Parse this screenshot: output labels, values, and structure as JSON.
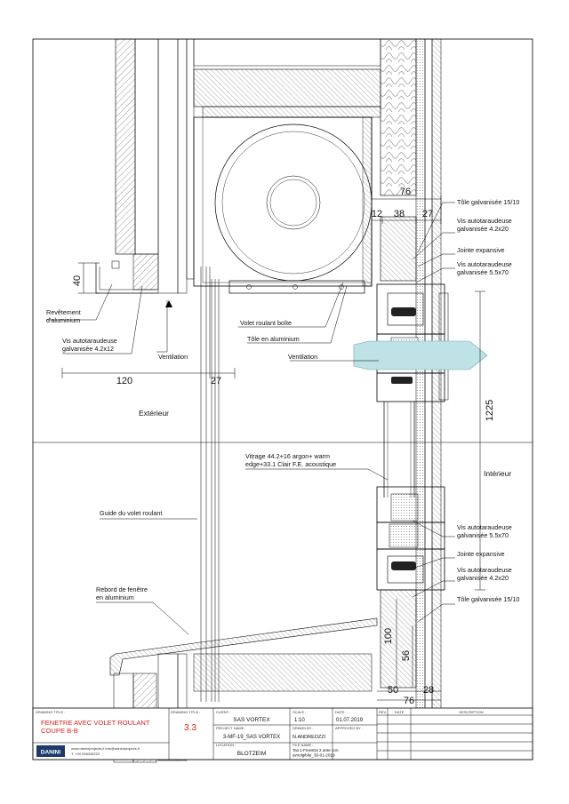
{
  "drawing": {
    "dimensions": {
      "d40": "40",
      "d120": "120",
      "d27a": "27",
      "d76a": "76",
      "d12": "12",
      "d38": "38",
      "d27b": "27",
      "d1225": "1225",
      "d100": "100",
      "d56": "56",
      "d50": "50",
      "d76b": "76",
      "d28": "28"
    },
    "labels": {
      "revetement": [
        "Revêtement",
        "d'aluminium"
      ],
      "vis_42x12": [
        "Vis autotaraudeuse",
        "galvanisée 4.2x12"
      ],
      "ventilation_left": "Ventilation",
      "exterieur": "Extérieur",
      "volet_boite": "Volet roulant boîte",
      "tole_alu": "Tôle en aluminium",
      "ventilation_right": "Ventilation",
      "tole_15_10_top": "Tôle galvanisée 15/10",
      "vis_42x20_top": [
        "Vis autotaraudeuse",
        "galvanisée 4.2x20"
      ],
      "jointe_top": "Jointe expansive",
      "vis_55x70_top": [
        "Vis autotaraudeuse",
        "galvanisée 5.5x70"
      ],
      "vitrage": [
        "Vitrage 44.2+16 argon+ warm",
        "edge+33.1 Clair F.E. acoustique"
      ],
      "interieur": "Intérieur",
      "guide": "Guide du volet roulant",
      "vis_55x70_bottom": [
        "Vis autotaraudeuse",
        "galvanisée 5.5x70"
      ],
      "jointe_bottom": "Jointe expansive",
      "rebord": [
        "Rebord de fenêtre",
        "en aluminium"
      ],
      "vis_42x20_bottom": [
        "Vis autotaraudeuse",
        "galvanisée 4.2x20"
      ],
      "tole_15_10_bottom": "Tôle galvanisée 15/10"
    }
  },
  "title_block": {
    "drawing_title_label": "DRAWING TITLE :",
    "drawing_title": [
      "FENETRE AVEC VOLET ROULANT",
      "COUPE B-B"
    ],
    "drawing_no_label": "DRAWING TITLE :",
    "drawing_no": "3.3",
    "client_label": "CLIENT :",
    "client": "SAS VORTEX",
    "scale_label": "SCALE :",
    "scale": "1:10",
    "date_label": "DATE :",
    "date": "01.07.2019",
    "project_name_label": "PROJECT NAME :",
    "project_name": "3-MF-19_SAS VORTEX",
    "drawn_by_label": "DRAWN BY :",
    "drawn_by": "N.ANDREOZZI",
    "approved_by_label": "APPROVED BY :",
    "location_label": "LOCATION :",
    "location": "BLOTZEIM",
    "file_name_label": "FILE NAME :",
    "file_name": [
      "Tav.1-Finestra 2 ante con",
      "avvolgibile_30-01-2019"
    ],
    "logo": "DANINI",
    "website": "www.daniniprojects.it   info@daniniprojects.it",
    "phone": "T. +39 058338223",
    "rev_headers": [
      "REV.",
      "DATE",
      "DESCRIPTION"
    ]
  }
}
